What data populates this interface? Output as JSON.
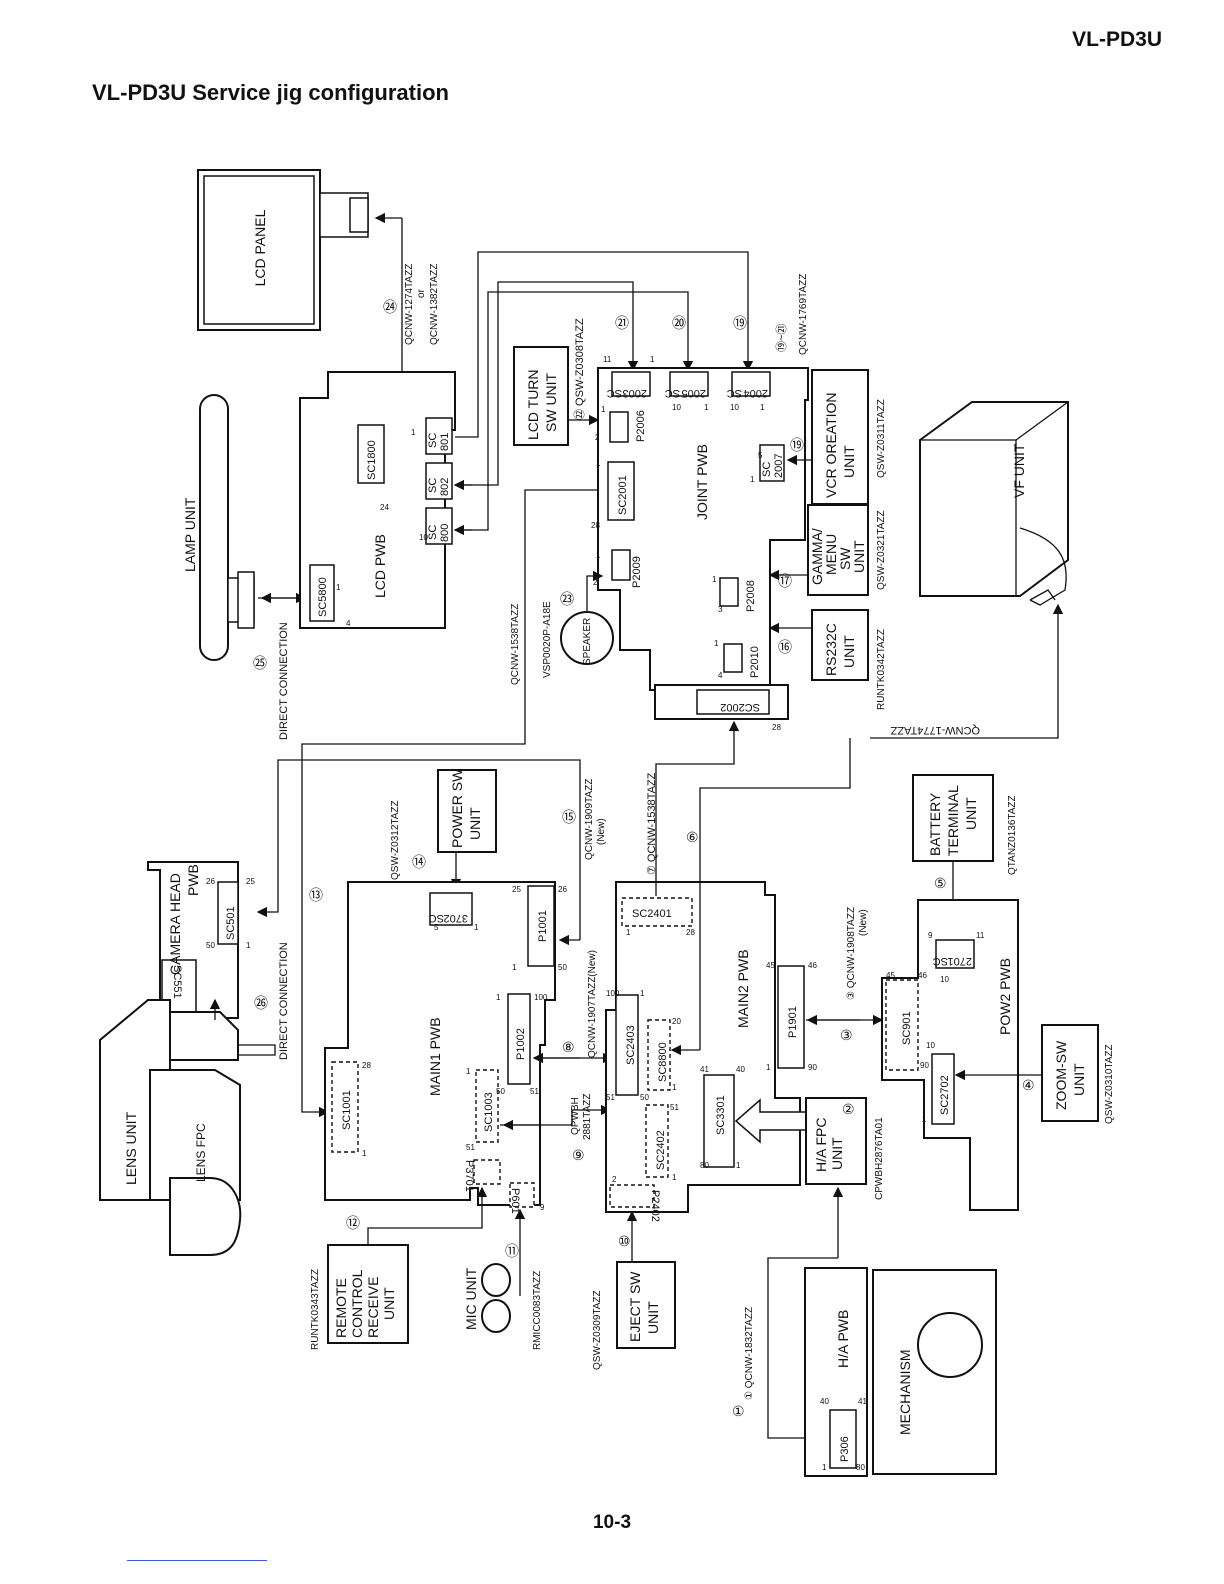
{
  "header": {
    "model": "VL-PD3U",
    "title": "VL-PD3U Service jig configuration"
  },
  "footer": {
    "page_number": "10-3"
  },
  "units": {
    "lcd_panel": "LCD PANEL",
    "lamp_unit": "LAMP UNIT",
    "lcd_pwb": "LCD PWB",
    "joint_pwb": "JOINT PWB",
    "lcd_turn_1": "LCD TURN",
    "lcd_turn_2": "SW UNIT",
    "vcr_op_1": "VCR OREATION",
    "vcr_op_2": "UNIT",
    "gamma_1": "GAMMA/",
    "gamma_2": "MENU",
    "gamma_3": "SW",
    "gamma_4": "UNIT",
    "rs232c_1": "RS232C",
    "rs232c_2": "UNIT",
    "vf_unit": "VF UNIT",
    "speaker": "SPEAKER",
    "camera_head_1": "CAMERA HEAD",
    "camera_head_2": "PWB",
    "power_sw_1": "POWER SW",
    "power_sw_2": "UNIT",
    "battery_1": "BATTERY",
    "battery_2": "TERMINAL",
    "battery_3": "UNIT",
    "main1_pwb": "MAIN1 PWB",
    "main2_pwb": "MAIN2 PWB",
    "pow2_pwb": "POW2 PWB",
    "zoom_sw_1": "ZOOM-SW",
    "zoom_sw_2": "UNIT",
    "ha_fpc_1": "H/A FPC",
    "ha_fpc_2": "UNIT",
    "lens_unit": "LENS UNIT",
    "lens_fpc": "LENS FPC",
    "remote_1": "REMOTE",
    "remote_2": "CONTROL",
    "remote_3": "RECEIVE",
    "remote_4": "UNIT",
    "mic_unit": "MIC UNIT",
    "eject_1": "EJECT SW",
    "eject_2": "UNIT",
    "ha_pwb": "H/A PWB",
    "mechanism": "MECHANISM"
  },
  "connectors": {
    "sc1800": "SC1800",
    "sc5800": "SC5800",
    "sc800a": "SC",
    "sc800b": "800",
    "sc802a": "SC",
    "sc802b": "802",
    "sc801a": "SC",
    "sc801b": "801",
    "sc2003a": "SC",
    "sc2003b": "2003",
    "sc2005a": "SC",
    "sc2005b": "2005",
    "sc2004a": "SC",
    "sc2004b": "2004",
    "sc2007a": "SC",
    "sc2007b": "2007",
    "p2006": "P2006",
    "sc2001": "SC2001",
    "p2009": "P2009",
    "p2008": "P2008",
    "p2010": "P2010",
    "sc2002": "SC2002",
    "sc501": "SC501",
    "sc551": "SC551",
    "sc3702a": "SC",
    "sc3702b": "3702",
    "p1001": "P1001",
    "p1002": "P1002",
    "sc1001": "SC1001",
    "sc1003": "SC1003",
    "p3701": "P3701",
    "p601": "P601",
    "sc2401": "SC2401",
    "sc2403": "SC2403",
    "sc8800": "SC8800",
    "sc2402": "SC2402",
    "p2402": "P2402",
    "sc3301": "SC3301",
    "p1901": "P1901",
    "sc2701a": "SC",
    "sc2701b": "2701",
    "sc901": "SC901",
    "sc2702": "SC2702",
    "p306": "P306"
  },
  "cables": {
    "c24a": "QCNW-1274TAZZ",
    "c24b": "or",
    "c24c": "QCNW-1382TAZZ",
    "c19_21a": "⑲~㉑",
    "c19_21b": "QCNW-1769TAZZ",
    "c22": "㉒ QSW-Z0308TAZZ",
    "c19b": "QSW-Z0311TAZZ",
    "c17b": "QSW-Z0321TAZZ",
    "c16b": "RUNTK0342TAZZ",
    "c25": "DIRECT CONNECTION",
    "c13b": "QCNW-1538TAZZ",
    "c23b": "VSP0020P-A18E",
    "c14b": "QSW-Z0312TAZZ",
    "c15a": "QCNW-1909TAZZ",
    "c15b": "(New)",
    "c7": "⑦ QCNW-1538TAZZ",
    "cvf": "QCNW-1774TAZZ",
    "c5b": "QTANZ0136TAZZ",
    "c3a": "③ QCNW-1908TAZZ",
    "c3b": "(New)",
    "c8": "QCNW-1907TAZZ(New)",
    "c9a": "QPWBH",
    "c9b": "2881TAZZ",
    "c2b": "CPWBH2876TA01",
    "c4b": "QSW-Z0310TAZZ",
    "c26": "DIRECT CONNECTION",
    "c12b": "RUNTK0343TAZZ",
    "c11b": "RMICC0083TAZZ",
    "c10b": "QSW-Z0309TAZZ",
    "c1": "① QCNW-1832TAZZ"
  },
  "markers": {
    "n1": "①",
    "n2": "②",
    "n3": "③",
    "n4": "④",
    "n5": "⑤",
    "n6": "⑥",
    "n7": "⑦",
    "n8": "⑧",
    "n9": "⑨",
    "n10": "⑩",
    "n11": "⑪",
    "n12": "⑫",
    "n13": "⑬",
    "n14": "⑭",
    "n15": "⑮",
    "n16": "⑯",
    "n17": "⑰",
    "n19": "⑲",
    "n20": "⑳",
    "n21": "㉑",
    "n22": "㉒",
    "n23": "㉓",
    "n24": "㉔",
    "n25": "㉕",
    "n26": "㉖"
  },
  "pins": {
    "p1": "1",
    "p2": "2",
    "p3": "3",
    "p4": "4",
    "p5": "5",
    "p9": "9",
    "p10": "10",
    "p11": "11",
    "p20": "20",
    "p24": "24",
    "p25": "25",
    "p26": "26",
    "p28": "28",
    "p40": "40",
    "p41": "41",
    "p45": "45",
    "p46": "46",
    "p50": "50",
    "p51": "51",
    "p80": "80",
    "p90": "90",
    "p100": "100"
  }
}
